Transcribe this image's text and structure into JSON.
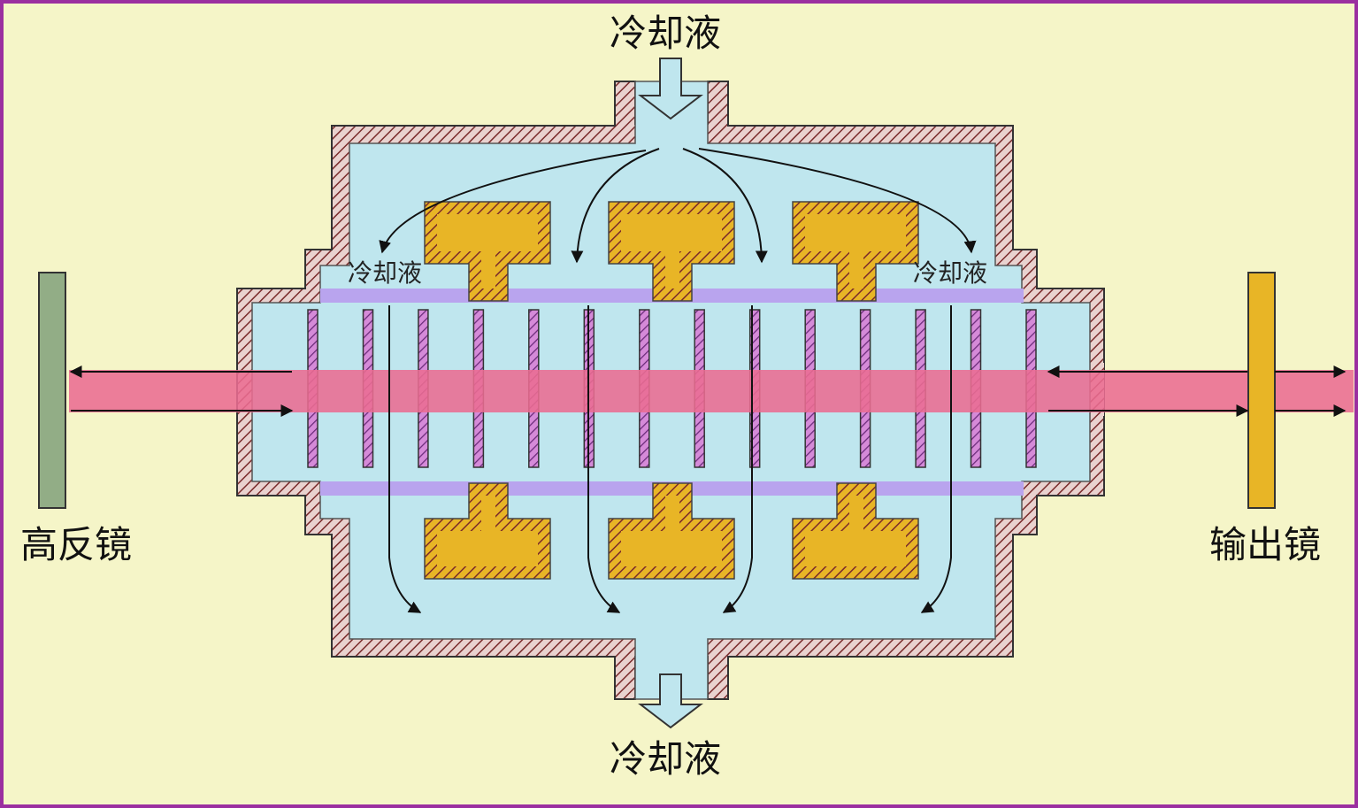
{
  "labels": {
    "coolant_top": "冷却液",
    "coolant_bottom": "冷却液",
    "coolant_left_inner": "冷却液",
    "coolant_right_inner": "冷却液",
    "high_reflector": "高反镜",
    "output_coupler": "输出镜"
  },
  "colors": {
    "background": "#f5f5c8",
    "frame": "#9b2fa0",
    "coolant": "#bfe6ee",
    "wall": "#e9d2cf",
    "hatch": "#7a2a2a",
    "electrode": "#e8b526",
    "slab": "#d58ad8",
    "beam": "#ea6c92",
    "mirror_left": "#92ad86",
    "mirror_right": "#e8b526",
    "band": "#b9a4ee",
    "arrow": "#111111"
  },
  "slab_count": 14
}
